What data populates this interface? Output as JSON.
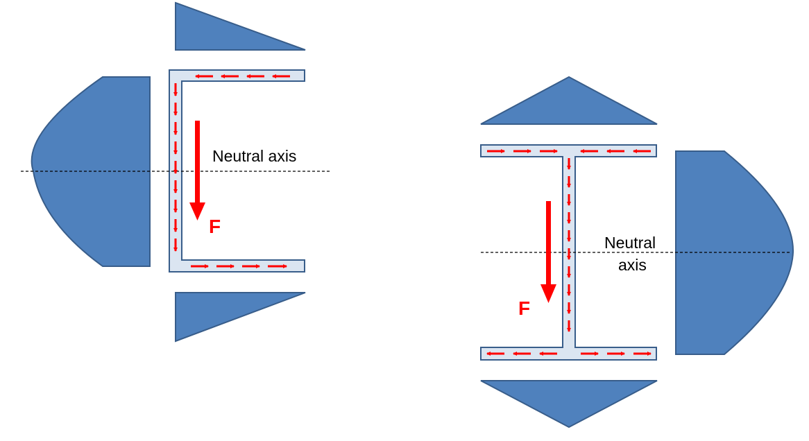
{
  "colors": {
    "distribution_fill": "#4f81bd",
    "distribution_stroke": "#385d8a",
    "section_fill": "#dbe5f1",
    "section_stroke": "#385d8a",
    "flow_arrow": "#ff0000",
    "force_arrow": "#ff0000",
    "axis_line": "#000000"
  },
  "channel_section": {
    "neutral_axis_label": "Neutral axis",
    "force_label": "F"
  },
  "i_beam_section": {
    "neutral_axis_label_line1": "Neutral",
    "neutral_axis_label_line2": "axis",
    "force_label": "F"
  }
}
